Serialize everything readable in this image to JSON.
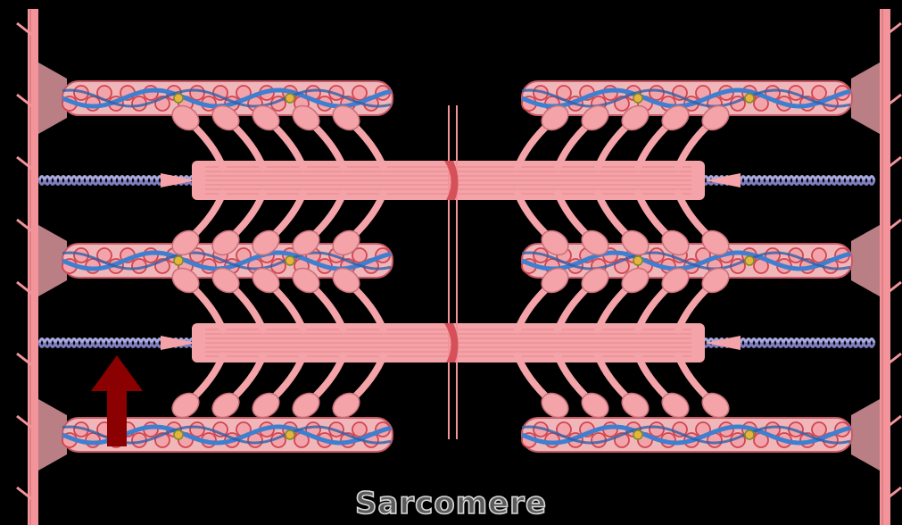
{
  "caption": "Sarcomere",
  "colors": {
    "background": "#000000",
    "z_disc": "#f2949a",
    "myosin": "#f4a3a8",
    "myosin_dark": "#e3757c",
    "actin_bead": "#f3a4aa",
    "tropomyosin": "#3f7fd0",
    "titin": "#a8a8e0",
    "arrow": "#8b0000",
    "m_line": "#d55058"
  },
  "elements": {
    "z_discs": 2,
    "thin_filament_rows": 3,
    "thick_filament_rows": 2,
    "arrow_direction": "up"
  }
}
